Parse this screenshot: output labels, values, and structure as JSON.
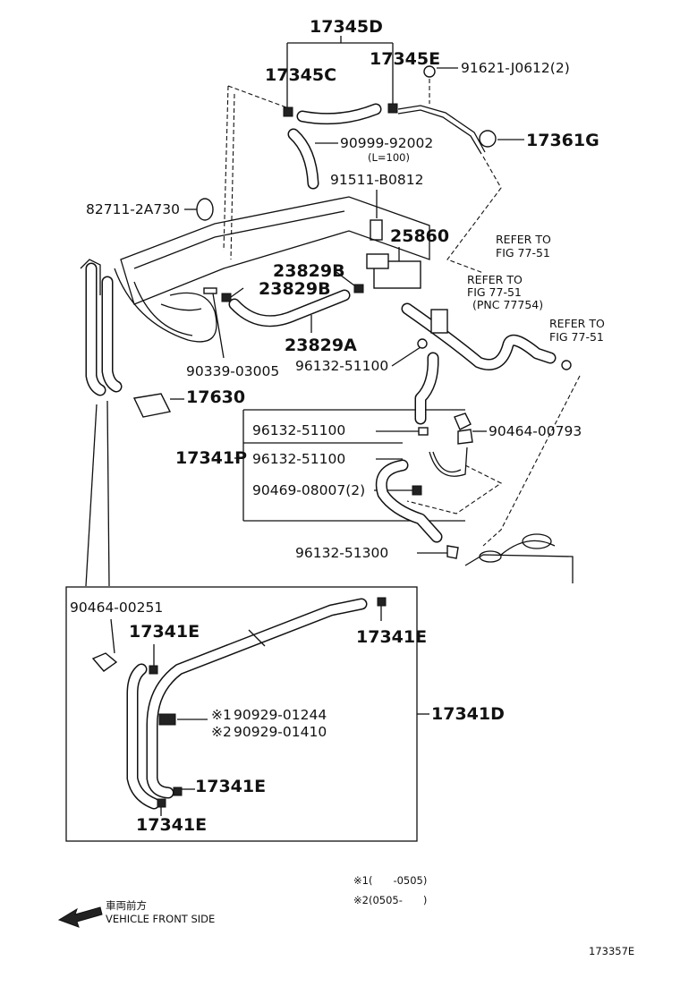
{
  "labels": {
    "p17345D": "17345D",
    "p17345C": "17345C",
    "p17345E": "17345E",
    "p91621": "91621-J0612(2)",
    "p90999": "90999-92002",
    "p90999sub": "(L=100)",
    "p17361G": "17361G",
    "p82711": "82711-2A730",
    "p91511": "91511-B0812",
    "p25860": "25860",
    "p23829B_a": "23829B",
    "p23829B_b": "23829B",
    "p23829A": "23829A",
    "p90339": "90339-03005",
    "p96132_51100_a": "96132-51100",
    "p17630": "17630",
    "p96132_51100_b": "96132-51100",
    "p90464_00793": "90464-00793",
    "p17341P": "17341P",
    "p96132_51100_c": "96132-51100",
    "p90469": "90469-08007(2)",
    "p96132_51300": "96132-51300",
    "p90464_00251": "90464-00251",
    "p17341E_a": "17341E",
    "p17341E_b": "17341E",
    "p17341E_c": "17341E",
    "p17341E_d": "17341E",
    "p90929_01244": "90929-01244",
    "p90929_01410": "90929-01410",
    "mark1": "※1",
    "mark2": "※2",
    "p17341D": "17341D",
    "note1": "※1(　　-0505)",
    "note2": "※2(0505-　　)",
    "front_jp": "車両前方",
    "front_en": "VEHICLE FRONT SIDE",
    "fig_id": "173357E"
  },
  "refs": {
    "r1_a": "REFER TO",
    "r1_b": "FIG 77-51",
    "r2_a": "REFER TO",
    "r2_b": "FIG 77-51",
    "r2_c": "(PNC 77754)",
    "r3_a": "REFER TO",
    "r3_b": "FIG 77-51"
  }
}
